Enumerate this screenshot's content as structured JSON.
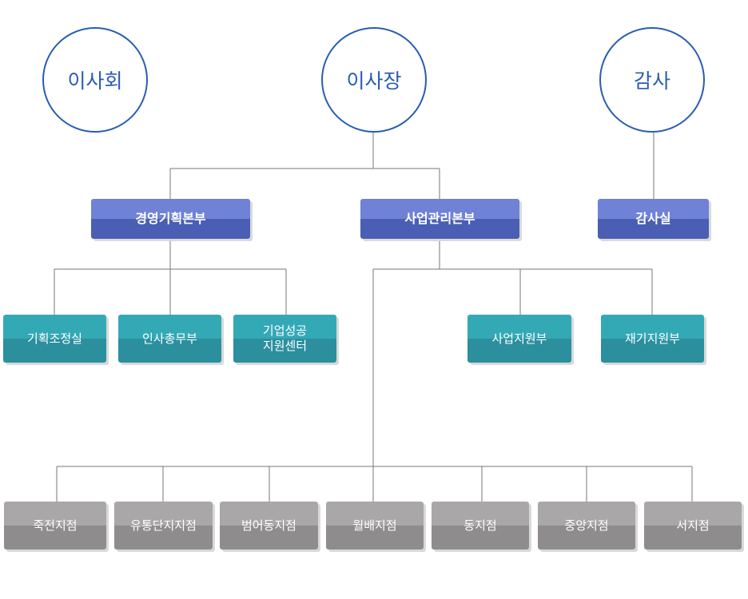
{
  "top": {
    "board": "이사회",
    "chairman": "이사장",
    "auditor": "감사"
  },
  "divisions": {
    "planning": "경영기획본부",
    "business": "사업관리본부",
    "audit_office": "감사실"
  },
  "departments": {
    "planning_coord": "기획조정실",
    "hr_general": "인사총무부",
    "success_center_line1": "기업성공",
    "success_center_line2": "지원센터",
    "business_support": "사업지원부",
    "restart_support": "재기지원부"
  },
  "branches": [
    "죽전지점",
    "유통단지지점",
    "범어동지점",
    "월배지점",
    "동지점",
    "중앙지점",
    "서지점"
  ],
  "colors": {
    "circle_border": "#2a5db0",
    "division_blue": "#5a6fc8",
    "department_teal": "#31a0ae",
    "branch_gray": "#9c9a9b",
    "connector": "#777777"
  }
}
